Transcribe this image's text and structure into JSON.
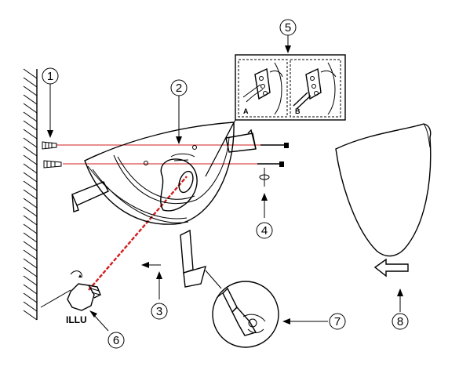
{
  "diagram": {
    "callouts": [
      {
        "id": "c1",
        "label": "1"
      },
      {
        "id": "c2",
        "label": "2"
      },
      {
        "id": "c3",
        "label": "3"
      },
      {
        "id": "c4",
        "label": "4"
      },
      {
        "id": "c5",
        "label": "5"
      },
      {
        "id": "c6",
        "label": "6"
      },
      {
        "id": "c7",
        "label": "7"
      },
      {
        "id": "c8",
        "label": "8"
      }
    ],
    "bulb_label": "ILLU",
    "inset_labels": {
      "a": "A",
      "b": "B"
    }
  }
}
